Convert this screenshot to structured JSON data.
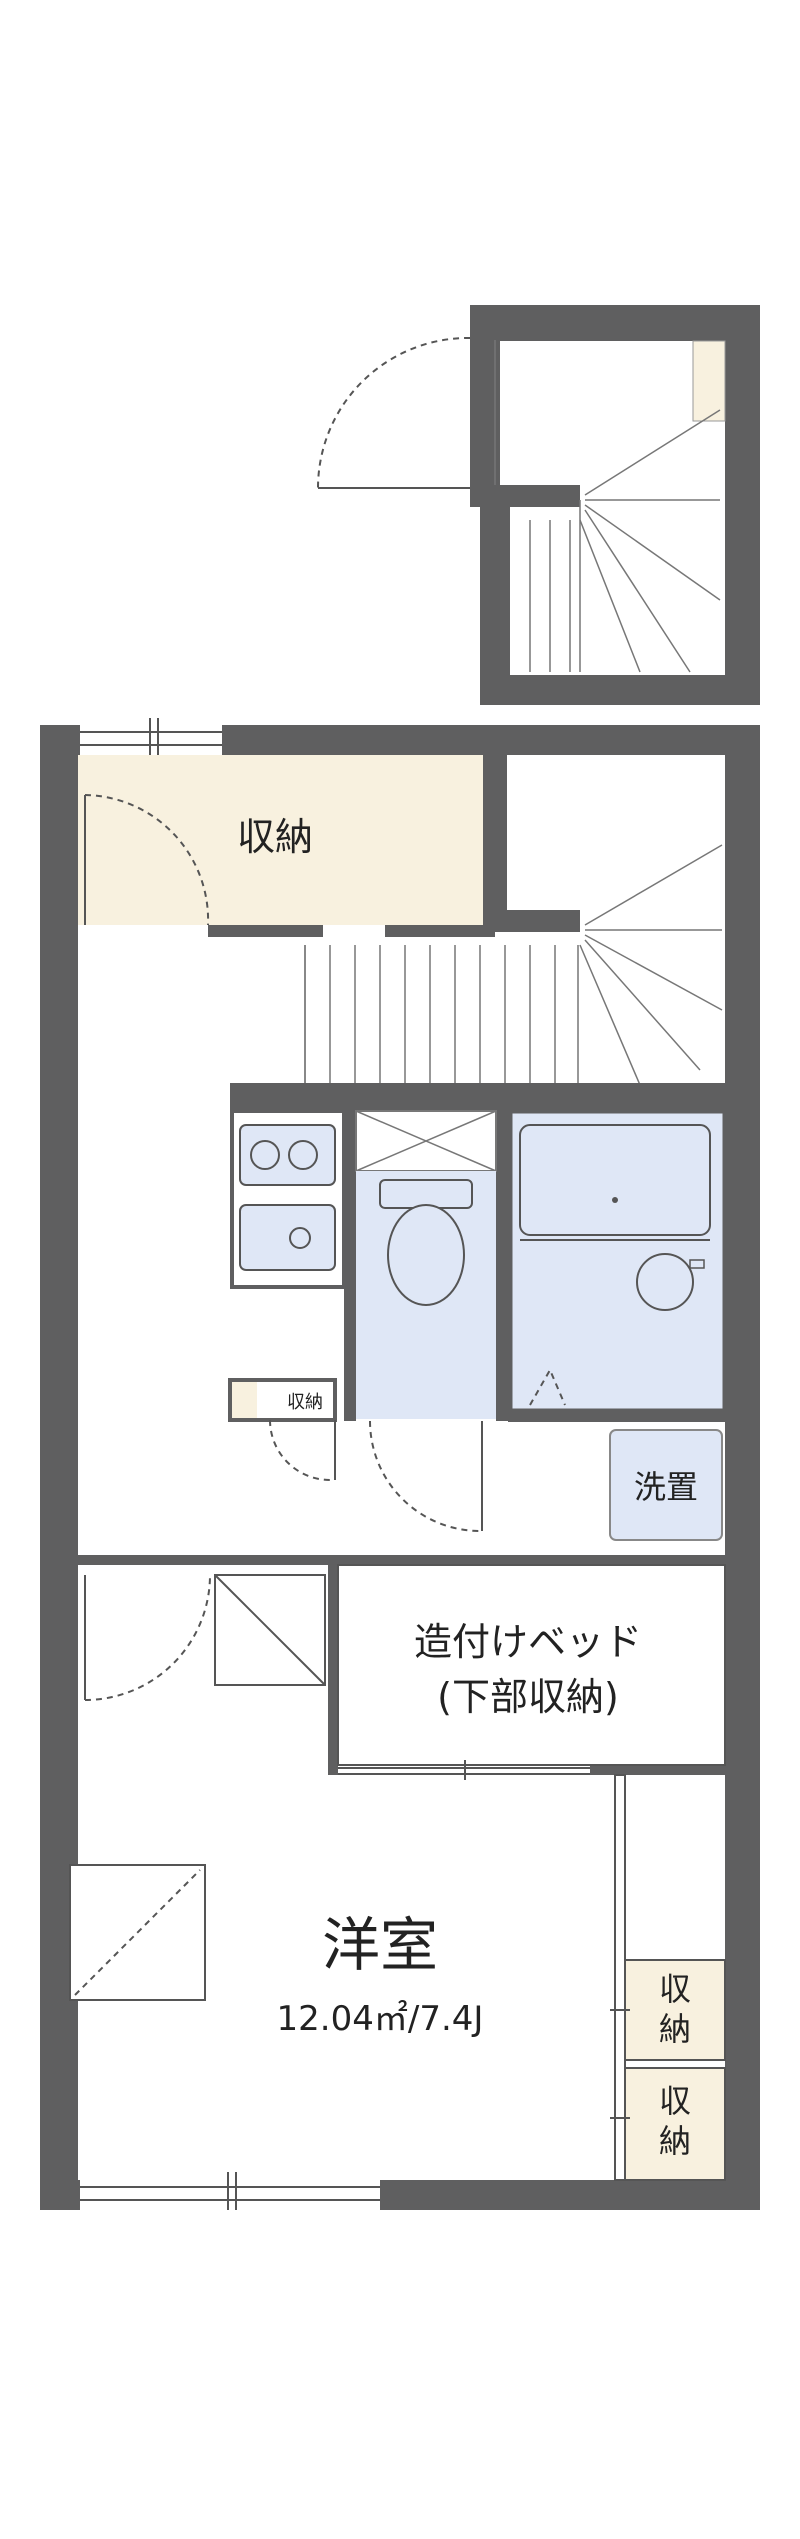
{
  "colors": {
    "wall": "#5f5f60",
    "storage_fill": "#f8f1df",
    "wet_fill": "#dfe7f6",
    "line": "#555555"
  },
  "labels": {
    "storage_top": "収納",
    "kitchen_storage": "収納",
    "washer": "洗置",
    "built_in_bed_line1": "造付けベッド",
    "built_in_bed_line2": "(下部収納)",
    "western_room": "洋室",
    "western_room_area": "12.04㎡/7.4J",
    "closet_a_char1": "収",
    "closet_a_char2": "納",
    "closet_b_char1": "収",
    "closet_b_char2": "納"
  }
}
